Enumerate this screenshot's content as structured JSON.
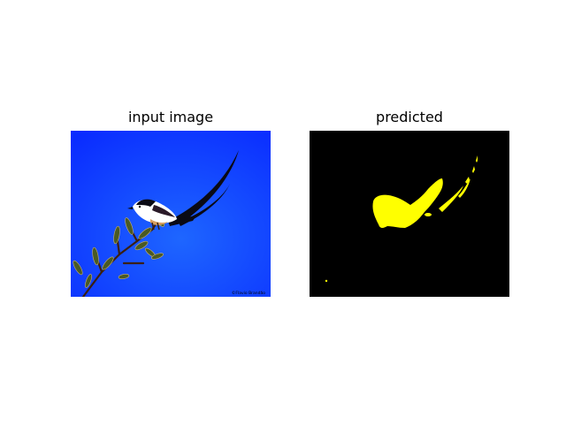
{
  "panels": [
    {
      "title": "input image",
      "content": "photo",
      "watermark": "©Flavio Brandão",
      "colors": {
        "sky": "#0a2cff",
        "sky_light": "#1e66ff",
        "bird_body": "#ffffff",
        "bird_dark": "#0a0a14",
        "branch": "#3a2010"
      }
    },
    {
      "title": "predicted",
      "content": "segmentation-mask",
      "colors": {
        "background": "#000000",
        "mask": "#ffff00"
      }
    }
  ]
}
